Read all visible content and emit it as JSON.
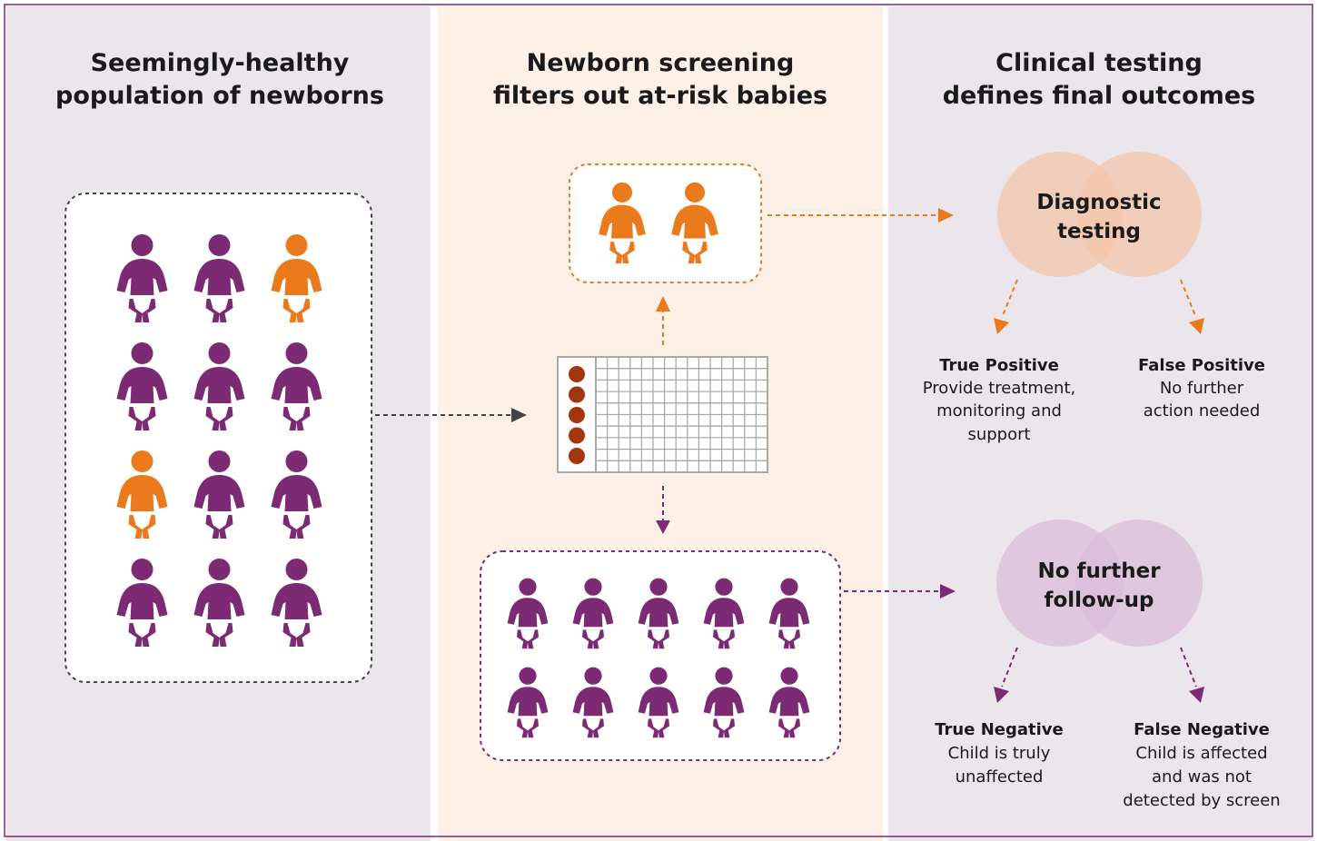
{
  "colors": {
    "purple": "#7b2a73",
    "orange": "#ea7a1c",
    "panel_grey": "#ebe6ec",
    "panel_peach": "#fdf0e7",
    "card_white": "#ffffff",
    "circle_orange": "#f3c6ab",
    "circle_purple": "#dbbcd9",
    "blood_spot": "#a3360f",
    "plate_grid": "#a9a9a9",
    "dark_arrow": "#444444"
  },
  "columns": [
    {
      "title_line1": "Seemingly-healthy",
      "title_line2": "population of newborns"
    },
    {
      "title_line1": "Newborn screening",
      "title_line2": "filters out at-risk babies"
    },
    {
      "title_line1": "Clinical testing",
      "title_line2": "defines final outcomes"
    }
  ],
  "population": {
    "babies": [
      "purple",
      "purple",
      "orange",
      "purple",
      "purple",
      "purple",
      "orange",
      "purple",
      "purple",
      "purple",
      "purple",
      "purple"
    ],
    "icon": "baby-icon"
  },
  "screen_positive": {
    "babies": [
      "orange",
      "orange"
    ],
    "icon": "baby-icon"
  },
  "screen_negative": {
    "babies": [
      "purple",
      "purple",
      "purple",
      "purple",
      "purple",
      "purple",
      "purple",
      "purple",
      "purple",
      "purple"
    ],
    "icon": "baby-icon"
  },
  "test_plate": {
    "icon": "dried-blood-spot-plate-icon",
    "spot_count": 5
  },
  "diagnostic": {
    "line1": "Diagnostic",
    "line2": "testing"
  },
  "no_followup": {
    "line1": "No further",
    "line2": "follow-up"
  },
  "outcomes": {
    "true_positive": {
      "title": "True Positive",
      "lines": [
        "Provide treatment,",
        "monitoring and",
        "support"
      ]
    },
    "false_positive": {
      "title": "False Positive",
      "lines": [
        "No further",
        "action needed"
      ]
    },
    "true_negative": {
      "title": "True Negative",
      "lines": [
        "Child is truly",
        "unaffected"
      ]
    },
    "false_negative": {
      "title": "False Negative",
      "lines": [
        "Child is affected",
        "and was not",
        "detected by screen"
      ]
    }
  }
}
